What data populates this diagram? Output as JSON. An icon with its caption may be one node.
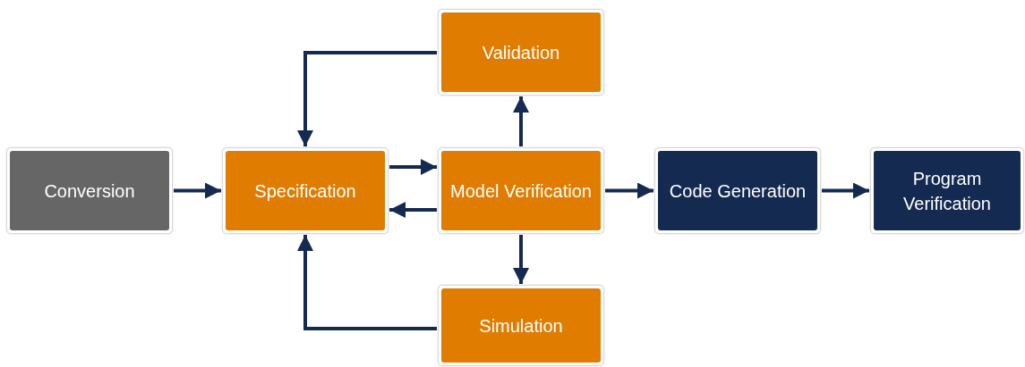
{
  "diagram": {
    "nodes": [
      {
        "text": [
          "Conversion"
        ]
      },
      {
        "text": [
          "Specification"
        ]
      },
      {
        "text": [
          "Model Verification"
        ]
      },
      {
        "text": [
          "Validation"
        ]
      },
      {
        "text": [
          "Simulation"
        ]
      },
      {
        "text": [
          "Code Generation"
        ]
      },
      {
        "text": [
          "Program Verification"
        ]
      }
    ],
    "edges": [
      {
        "from": 0,
        "to": 1,
        "arrow": "to"
      },
      {
        "from": 1,
        "to": 2,
        "arrow": "to"
      },
      {
        "from": 2,
        "to": 1,
        "arrow": "to"
      },
      {
        "from": 2,
        "to": 3,
        "arrow": "to"
      },
      {
        "from": 2,
        "to": 4,
        "arrow": "to"
      },
      {
        "from": 3,
        "to": 1,
        "arrow": "to"
      },
      {
        "from": 4,
        "to": 1,
        "arrow": "to"
      },
      {
        "from": 2,
        "to": 5,
        "arrow": "to"
      },
      {
        "from": 5,
        "to": 6,
        "arrow": "to"
      }
    ]
  }
}
